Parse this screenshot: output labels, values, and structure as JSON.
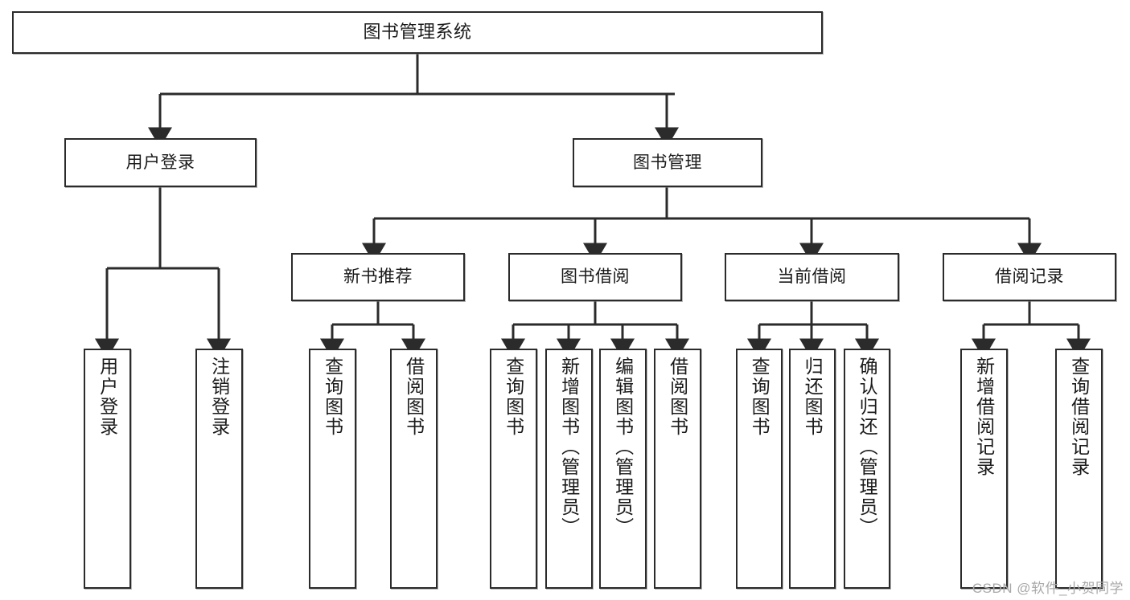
{
  "diagram": {
    "type": "tree",
    "title": "图书管理系统",
    "watermark": "CSDN @软件_小贺同学",
    "levels": {
      "root": {
        "label": "图书管理系统"
      },
      "level2": [
        {
          "label": "用户登录"
        },
        {
          "label": "图书管理"
        }
      ],
      "level3": [
        {
          "label": "新书推荐"
        },
        {
          "label": "图书借阅"
        },
        {
          "label": "当前借阅"
        },
        {
          "label": "借阅记录"
        }
      ],
      "leaves": {
        "user_login": [
          {
            "label": "用户登录"
          },
          {
            "label": "注销登录"
          }
        ],
        "new_book": [
          {
            "label": "查询图书"
          },
          {
            "label": "借阅图书"
          }
        ],
        "book_borrow": [
          {
            "label": "查询图书"
          },
          {
            "label": "新增图书（管理员）"
          },
          {
            "label": "编辑图书（管理员）"
          },
          {
            "label": "借阅图书"
          }
        ],
        "current_borrow": [
          {
            "label": "查询图书"
          },
          {
            "label": "归还图书"
          },
          {
            "label": "确认归还（管理员）"
          }
        ],
        "borrow_record": [
          {
            "label": "新增借阅记录"
          },
          {
            "label": "查询借阅记录"
          }
        ]
      }
    },
    "colors": {
      "stroke": "#2b2b2b",
      "fill": "#ffffff",
      "text": "#1a1a1a",
      "watermark": "#a9a9a9"
    }
  }
}
